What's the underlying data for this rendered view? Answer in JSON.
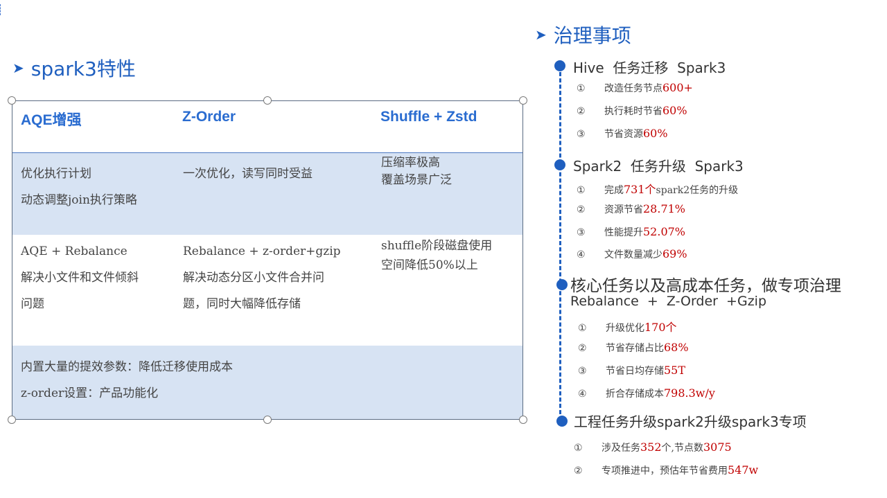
{
  "left": {
    "heading": "spark3特性",
    "columns": [
      "AQE增强",
      "Z-Order",
      "Shuffle + Zstd"
    ],
    "row1": [
      "优化执行计划\n动态调整join执行策略",
      "一次优化，读写同时受益",
      "压缩率极高\n覆盖场景广泛"
    ],
    "row2": [
      "AQE + Rebalance\n解决小文件和文件倾斜\n问题",
      "Rebalance + z-order+gzip\n解决动态分区小文件合并问\n题，同时大幅降低存储",
      "shuffle阶段磁盘使用\n空间降低50%以上"
    ],
    "row3": "内置大量的提效参数：降低迁移使用成本\nz-order设置：产品功能化"
  },
  "right": {
    "heading": "治理事项",
    "sections": [
      {
        "title": "Hive  任务迁移  Spark3",
        "items": [
          {
            "num": "①",
            "text": "改造任务节点",
            "hl": "600+",
            "tail": ""
          },
          {
            "num": "②",
            "text": "执行耗时节省",
            "hl": "60%",
            "tail": ""
          },
          {
            "num": "③",
            "text": "节省资源",
            "hl": "60%",
            "tail": ""
          }
        ]
      },
      {
        "title": "Spark2  任务升级  Spark3",
        "items": [
          {
            "num": "①",
            "text": "完成",
            "hl": "731个",
            "tail": "spark2任务的升级"
          },
          {
            "num": "②",
            "text": "资源节省",
            "hl": "28.71%",
            "tail": ""
          },
          {
            "num": "③",
            "text": "性能提升",
            "hl": "52.07%",
            "tail": ""
          },
          {
            "num": "④",
            "text": "文件数量减少",
            "hl": "69%",
            "tail": ""
          }
        ]
      },
      {
        "title": "核心任务以及高成本任务，做专项治理",
        "subtitle": "Rebalance  +  Z-Order  +Gzip",
        "items": [
          {
            "num": "①",
            "text": "升级优化",
            "hl": "170个",
            "tail": ""
          },
          {
            "num": "②",
            "text": "节省存储占比",
            "hl": "68%",
            "tail": ""
          },
          {
            "num": "③",
            "text": "节省日均存储",
            "hl": "55T",
            "tail": ""
          },
          {
            "num": "④",
            "text": "折合存储成本",
            "hl": "798.3w/y",
            "tail": ""
          }
        ]
      },
      {
        "title": "工程任务升级spark2升级spark3专项",
        "items": [
          {
            "num": "①",
            "text": "涉及任务",
            "hl": "352",
            "tail": "个,节点数",
            "hl2": "3075"
          },
          {
            "num": "②",
            "text": "专项推进中，预估年节省费用",
            "hl": "547w",
            "tail": ""
          }
        ]
      }
    ]
  },
  "colors": {
    "accent": "#1f5fbf",
    "highlight": "#c00000",
    "row_fill": "#d7e3f3"
  },
  "icons": {
    "bullet": "arrow-bullet-icon",
    "timeline": "timeline-dot-icon"
  }
}
